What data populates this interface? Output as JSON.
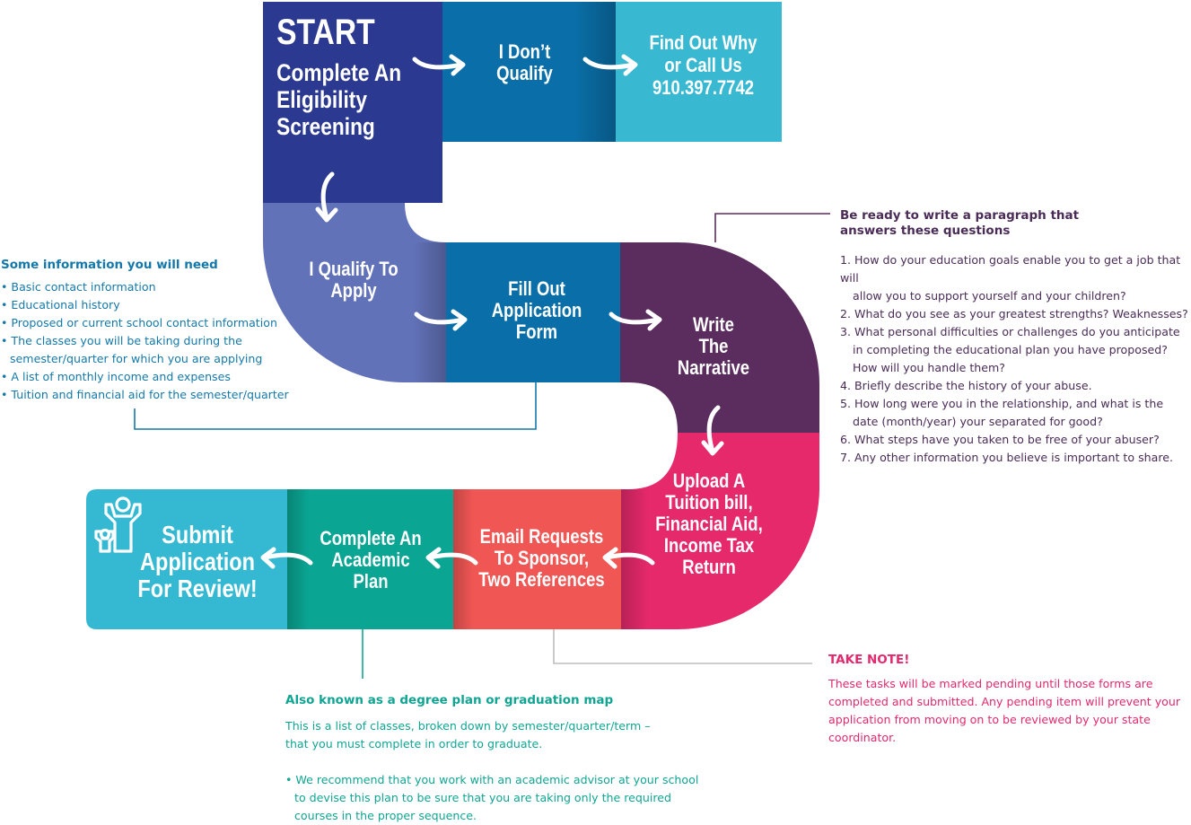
{
  "steps": {
    "start": {
      "title": "START",
      "lines": [
        "Complete An",
        "Eligibility",
        "Screening"
      ]
    },
    "dont_qualify": {
      "lines": [
        "I Don’t",
        "Qualify"
      ]
    },
    "find_out": {
      "lines": [
        "Find Out Why",
        "or Call Us",
        "910.397.7742"
      ]
    },
    "qualify": {
      "lines": [
        "I Qualify To",
        "Apply"
      ]
    },
    "fill_out": {
      "lines": [
        "Fill Out",
        "Application",
        "Form"
      ]
    },
    "narrative": {
      "lines": [
        "Write",
        "The",
        "Narrative"
      ]
    },
    "upload": {
      "lines": [
        "Upload A",
        "Tuition bill,",
        "Financial Aid,",
        "Income Tax",
        "Return"
      ]
    },
    "email": {
      "lines": [
        "Email Requests",
        "To Sponsor,",
        "Two References"
      ]
    },
    "plan": {
      "lines": [
        "Complete An",
        "Academic",
        "Plan"
      ]
    },
    "submit": {
      "lines": [
        "Submit",
        "Application",
        "For Review!"
      ]
    }
  },
  "info_needed": {
    "heading": "Some information you will need",
    "items": [
      [
        "• Basic contact information"
      ],
      [
        "• Educational history"
      ],
      [
        "• Proposed or current school contact information"
      ],
      [
        "• The classes you will be taking during the",
        "semester/quarter for which you are applying"
      ],
      [
        "• A list of monthly income and expenses"
      ],
      [
        "• Tuition and financial aid for the semester/quarter"
      ]
    ]
  },
  "narrative_questions": {
    "heading": [
      "Be ready to write a paragraph that",
      "answers these questions"
    ],
    "items": [
      [
        "1. How do your education goals enable you to get a job that will",
        "allow you to support yourself and your children?"
      ],
      [
        "2. What do you see as your greatest strengths? Weaknesses?"
      ],
      [
        "3. What personal difficulties or challenges do you anticipate",
        "in completing the educational plan you have proposed?",
        "How will you handle them?"
      ],
      [
        "4. Briefly describe the history of your abuse."
      ],
      [
        "5. How long were you in the relationship, and what is the",
        "date (month/year) your separated for good?"
      ],
      [
        "6. What steps have you taken to be free of your abuser?"
      ],
      [
        "7. Any other information you believe is important to share."
      ]
    ]
  },
  "take_note": {
    "heading": "TAKE NOTE!",
    "lines": [
      "These tasks will be marked pending until those forms are",
      "completed and submitted. Any pending item will prevent your",
      "application from moving on to be reviewed by your state",
      "coordinator."
    ]
  },
  "academic_plan": {
    "heading": "Also known as a degree plan or  graduation map",
    "para": [
      "This is a list of classes, broken down by semester/quarter/term –",
      "that you must complete in order to graduate."
    ],
    "bullet": [
      "• We recommend that you work with an academic advisor at your school",
      "to devise this plan to be sure that you are taking only the required",
      "courses in the proper sequence."
    ]
  },
  "colors": {
    "navy": "#2b3990",
    "blue": "#0a6fa8",
    "cyan": "#38b8d1",
    "periwinkle": "#6272b8",
    "plum": "#5a2d5e",
    "magenta": "#e5296b",
    "coral": "#ef5654",
    "teal": "#0aa593",
    "light_cyan": "#35b9d2"
  },
  "icons": [
    "arrow-right-icon",
    "arrow-down-icon",
    "arrow-left-icon",
    "people-cheering-icon"
  ]
}
